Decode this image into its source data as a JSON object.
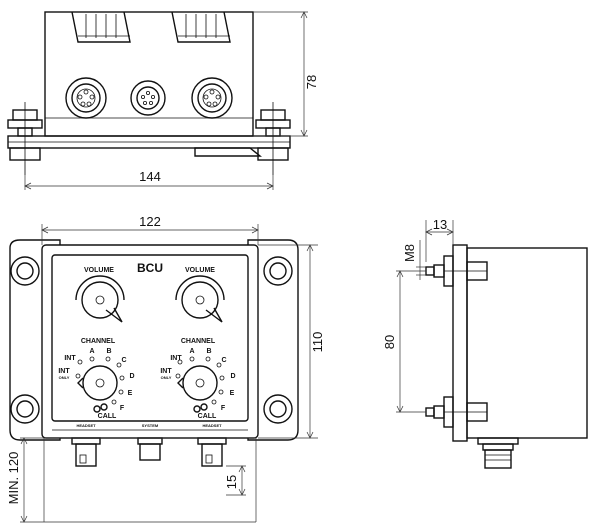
{
  "dimensions": {
    "top_height": "78",
    "top_width": "144",
    "front_width": "122",
    "front_height": "110",
    "min_clearance": "MIN. 120",
    "connector_offset": "15",
    "side_depth": "13",
    "bolt_size": "M8",
    "hole_spacing": "80"
  },
  "panel": {
    "brand": "BCU",
    "volume_label": "VOLUME",
    "channel_label": "CHANNEL",
    "int_label": "INT",
    "int_only_label": "INT",
    "only_label": "ONLY",
    "call_label": "CALL",
    "letters": [
      "A",
      "B",
      "C",
      "D",
      "E",
      "F"
    ],
    "connector_labels": [
      "HEADSET",
      "SYSTEM",
      "HEADSET"
    ]
  }
}
